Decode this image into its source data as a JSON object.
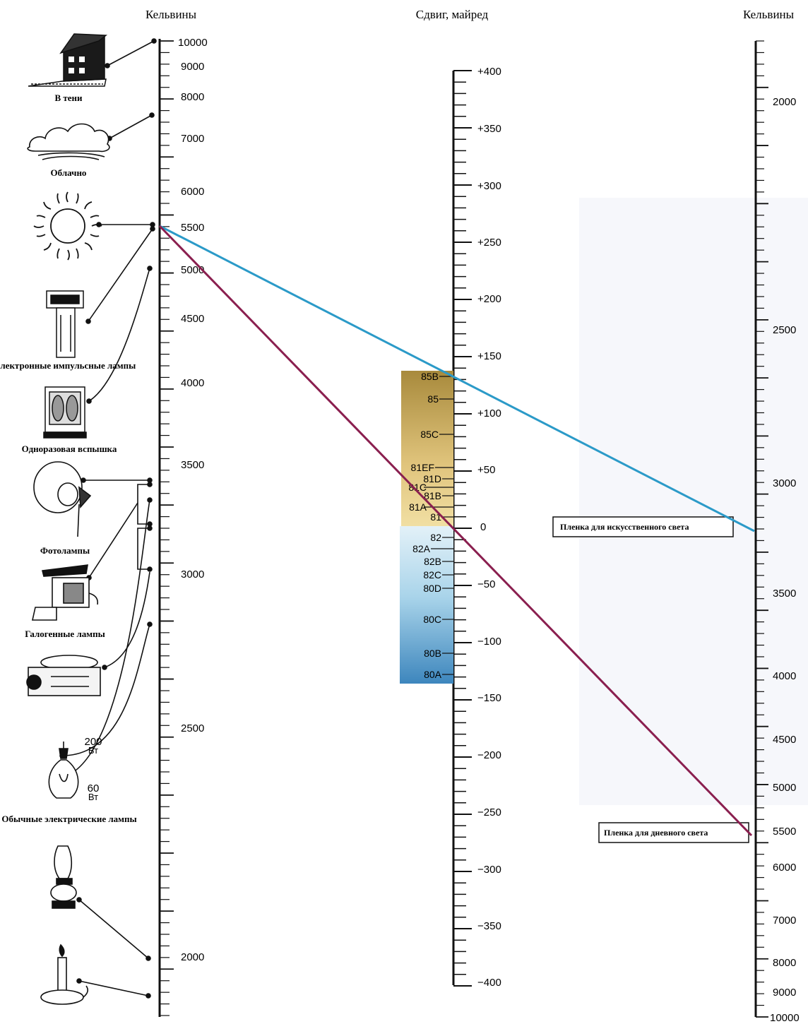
{
  "headers": {
    "left": "Кельвины",
    "middle": "Сдвиг, майред",
    "right": "Кельвины"
  },
  "left_scale": {
    "labels": [
      "10000",
      "9000",
      "8000",
      "7000",
      "6000",
      "5500",
      "5000",
      "4500",
      "4000",
      "3500",
      "3000",
      "2500",
      "2000"
    ]
  },
  "mired_scale": {
    "labels": [
      "+400",
      "+350",
      "+300",
      "+250",
      "+200",
      "+150",
      "+100",
      "+50",
      "0",
      "−50",
      "−100",
      "−150",
      "−200",
      "−250",
      "−300",
      "−350",
      "−400"
    ]
  },
  "right_scale": {
    "labels": [
      "2000",
      "2500",
      "3000",
      "3500",
      "4000",
      "4500",
      "5000",
      "5500",
      "6000",
      "7000",
      "8000",
      "9000",
      "10000"
    ]
  },
  "filters": {
    "labels": [
      "85B",
      "85",
      "85C",
      "81EF",
      "81D",
      "81C",
      "81B",
      "81A",
      "81",
      "82",
      "82A",
      "82B",
      "82C",
      "80D",
      "80C",
      "80B",
      "80A"
    ]
  },
  "sources": {
    "shade": "В тени",
    "cloudy": "Облачно",
    "electronic_flash": "Электронные импульсные лампы",
    "flashbulb": "Одноразовая вспышка",
    "photolamps": "Фотолампы",
    "halogen": "Галогенные лампы",
    "bulb_200_value": "200",
    "bulb_200_unit": "Вт",
    "bulb_60_value": "60",
    "bulb_60_unit": "Вт",
    "ordinary_lamps": "Обычные электрические лампы"
  },
  "films": {
    "tungsten": "Пленка для искусственного света",
    "daylight": "Пленка для дневного света"
  },
  "colors": {
    "blue_line": "#2b9ac8",
    "purple_line": "#8a1f4f",
    "amber_top": "#a88a3c",
    "amber_bottom": "#f1dfa3",
    "blue_top": "#e3f1f8",
    "blue_bottom": "#3d86bd",
    "right_panel": "#eef0f8"
  }
}
